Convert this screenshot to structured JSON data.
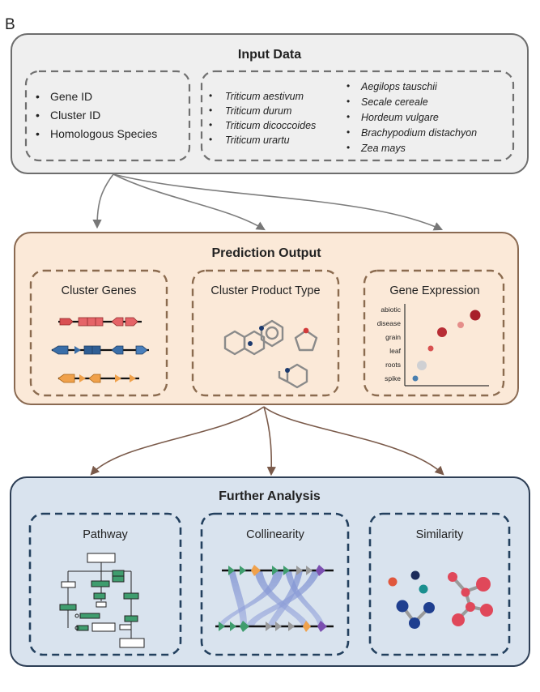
{
  "panel_label": "B",
  "input": {
    "title": "Input Data",
    "left_items": [
      "Gene ID",
      "Cluster ID",
      "Homologous Species"
    ],
    "species_col1": [
      "Triticum aestivum",
      "Triticum durum",
      "Triticum dicoccoides",
      "Triticum urartu"
    ],
    "species_col2": [
      "Aegilops tauschii",
      "Secale cereale",
      "Hordeum vulgare",
      "Brachypodium distachyon",
      "Zea mays"
    ]
  },
  "prediction": {
    "title": "Prediction Output",
    "cards": [
      "Cluster Genes",
      "Cluster Product Type",
      "Gene Expression"
    ],
    "expression_labels": [
      "abiotic",
      "disease",
      "grain",
      "leaf",
      "roots",
      "spike"
    ]
  },
  "further": {
    "title": "Further Analysis",
    "cards": [
      "Pathway",
      "Collinearity",
      "Similarity"
    ]
  },
  "colors": {
    "input_bg": "#efefef",
    "prediction_bg": "#fbe9d8",
    "further_bg": "#d9e3ee"
  }
}
